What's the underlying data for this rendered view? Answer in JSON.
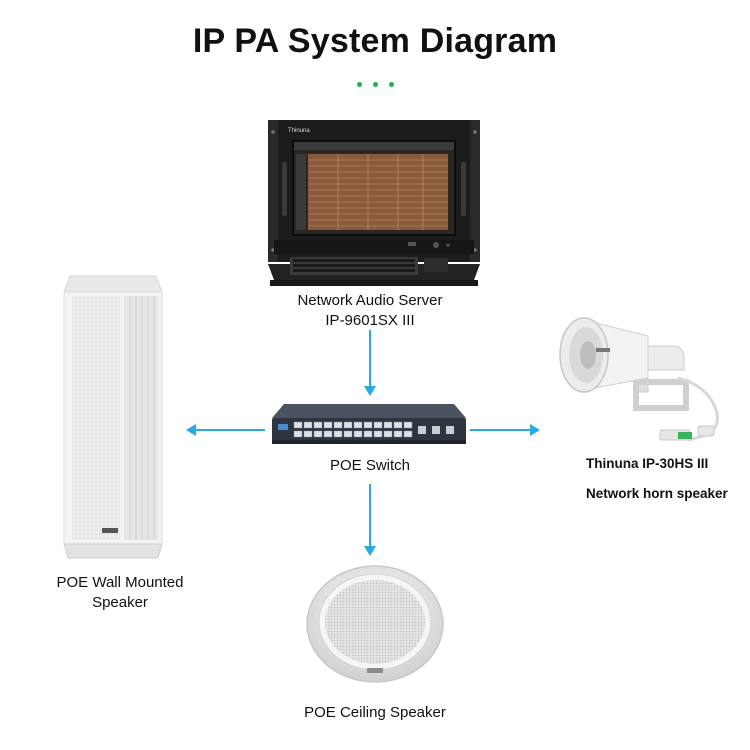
{
  "title": "IP PA System Diagram",
  "accent_dots_color": "#28a85a",
  "arrow_color": "#29abe2",
  "nodes": {
    "server": {
      "line1": "Network Audio Server",
      "line2": "IP-9601SX III",
      "brand": "Thinuna"
    },
    "switch": {
      "label": "POE Switch"
    },
    "wall_speaker": {
      "line1": "POE Wall Mounted",
      "line2": "Speaker"
    },
    "horn_speaker": {
      "line1": "Thinuna IP-30HS III",
      "line2": "Network horn speaker"
    },
    "ceiling_speaker": {
      "label": "POE Ceiling Speaker"
    }
  },
  "connections": [
    {
      "from": "server",
      "to": "switch"
    },
    {
      "from": "switch",
      "to": "wall_speaker"
    },
    {
      "from": "switch",
      "to": "horn_speaker"
    },
    {
      "from": "switch",
      "to": "ceiling_speaker"
    }
  ]
}
